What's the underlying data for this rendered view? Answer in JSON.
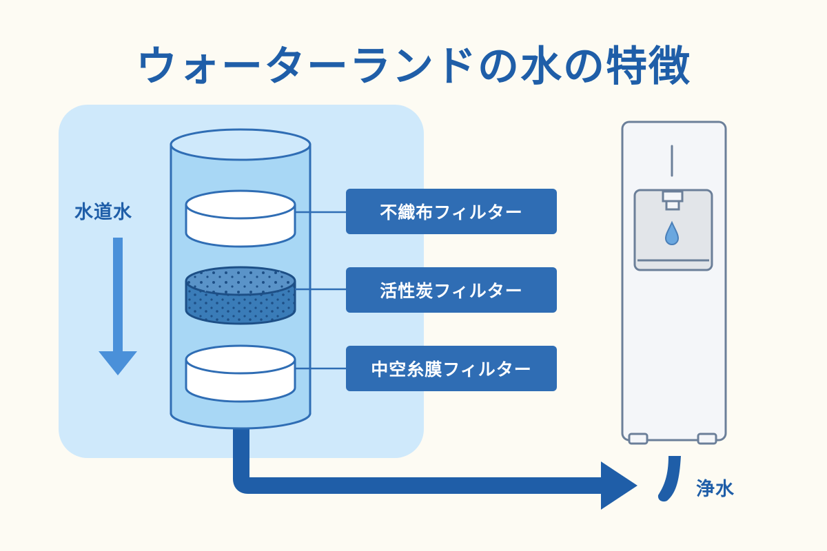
{
  "title": "ウォーターランドの水の特徴",
  "tap_water_label": "水道水",
  "purified_water_label": "浄水",
  "filters": [
    {
      "label": "不織布フィルター"
    },
    {
      "label": "活性炭フィルター"
    },
    {
      "label": "中空糸膜フィルター"
    }
  ],
  "colors": {
    "primary": "#1f5ea8",
    "tag_bg": "#2f6db4",
    "panel_bg": "#cfe9fb",
    "cylinder": "#a8d7f5",
    "cylinder_stroke": "#2f6db4",
    "carbon": "#3a7cb8",
    "background": "#fdfbf3",
    "dispenser_stroke": "#6b7f99"
  },
  "icons": {
    "flow_arrow": "arrow-down-icon",
    "pipe": "pipe-arrow-icon",
    "dispenser": "water-dispenser-icon",
    "drop": "water-drop-icon"
  }
}
